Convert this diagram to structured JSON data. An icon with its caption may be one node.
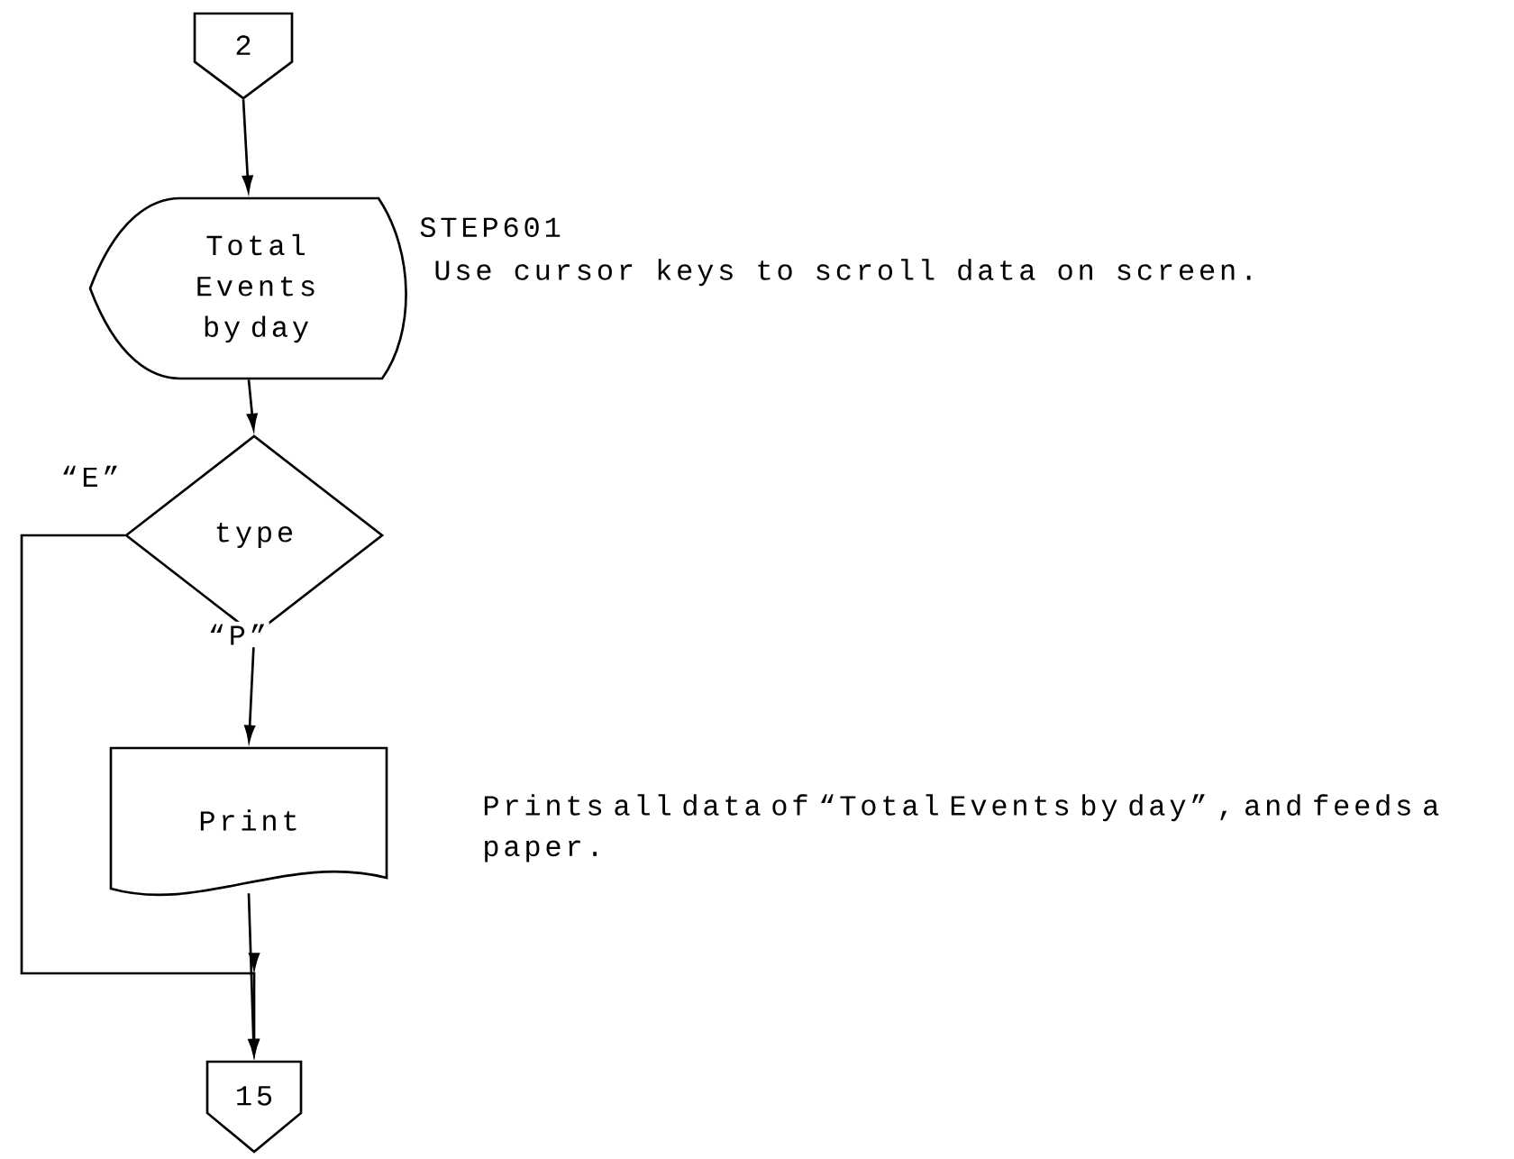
{
  "diagram": {
    "nodes": [
      {
        "text": [
          "2"
        ]
      },
      {
        "text": [
          "Total Events by day"
        ],
        "beside": [
          "STEP601",
          "Use cursor keys to scroll data on screen."
        ]
      },
      {
        "text": [
          "type"
        ]
      },
      {
        "text": [
          "Print"
        ],
        "beside": [
          "Prints all data of “Total Events by day” , and feeds a paper."
        ]
      },
      {
        "text": [
          "15"
        ]
      }
    ],
    "edges": [
      {
        "from": 0,
        "to": 1,
        "arrow": "to"
      },
      {
        "from": 1,
        "to": 2,
        "arrow": "to"
      },
      {
        "from": 2,
        "to": 3,
        "arrow": "to",
        "label": "“P”"
      },
      {
        "from": 2,
        "to": 4,
        "arrow": "to",
        "label": "“E”"
      },
      {
        "from": 3,
        "to": 4,
        "arrow": "to"
      }
    ]
  }
}
